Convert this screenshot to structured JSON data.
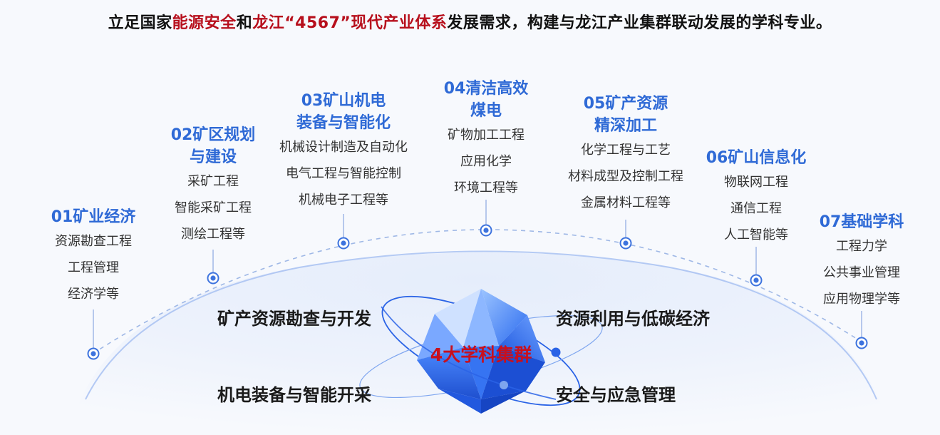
{
  "headline": {
    "p1": "立足国家",
    "h1": "能源安全",
    "p2": "和",
    "h2": "龙江“4567”现代产业体系",
    "p3": "发展需求，构建与龙江产业集群联动发展的学科专业。"
  },
  "nodes": [
    {
      "title": [
        "01矿业经济"
      ],
      "items": [
        "资源勘查工程",
        "工程管理",
        "经济学等"
      ]
    },
    {
      "title": [
        "02矿区规划",
        "与建设"
      ],
      "items": [
        "采矿工程",
        "智能采矿工程",
        "测绘工程等"
      ]
    },
    {
      "title": [
        "03矿山机电",
        "装备与智能化"
      ],
      "items": [
        "机械设计制造及自动化",
        "电气工程与智能控制",
        "机械电子工程等"
      ]
    },
    {
      "title": [
        "04清洁高效",
        "煤电"
      ],
      "items": [
        "矿物加工工程",
        "应用化学",
        "环境工程等"
      ]
    },
    {
      "title": [
        "05矿产资源",
        "精深加工"
      ],
      "items": [
        "化学工程与工艺",
        "材料成型及控制工程",
        "金属材料工程等"
      ]
    },
    {
      "title": [
        "06矿山信息化"
      ],
      "items": [
        "物联网工程",
        "通信工程",
        "人工智能等"
      ]
    },
    {
      "title": [
        "07基础学科"
      ],
      "items": [
        "工程力学",
        "公共事业管理",
        "应用物理学等"
      ]
    }
  ],
  "clusters": [
    "矿产资源勘查与开发",
    "资源利用与低碳经济",
    "机电装备与智能开采",
    "安全与应急管理"
  ],
  "center_label": "4大学科集群",
  "colors": {
    "title_blue": "#2f6ad6",
    "highlight_red": "#b70f1c",
    "center_red": "#c8101e"
  }
}
